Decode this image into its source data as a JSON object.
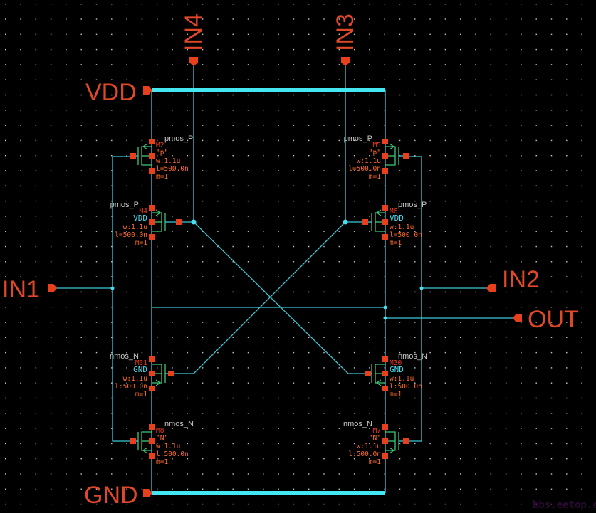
{
  "pins": {
    "vdd": "VDD",
    "gnd": "GND",
    "in1": "IN1",
    "in2": "IN2",
    "in3": "IN3",
    "in4": "IN4",
    "out": "OUT"
  },
  "transistors": [
    {
      "name": "M2",
      "model": "pmos_P",
      "type": "\"p\"",
      "w": "w:1.1u",
      "l": "l=500.0n",
      "m": "m=1"
    },
    {
      "name": "M4",
      "model": "pmos_P",
      "type": "VDD",
      "w": "w:1.1u",
      "l": "l=500.0n",
      "m": "m=1"
    },
    {
      "name": "M31",
      "model": "nmos_N",
      "type": "GND",
      "w": "w:1.1u",
      "l": "l:500.0n",
      "m": "m=1"
    },
    {
      "name": "M8",
      "model": "nmos_N",
      "type": "\"N\"",
      "w": "w:1.1u",
      "l": "l:500.0n",
      "m": "m=1"
    },
    {
      "name": "M5",
      "model": "pmos_P",
      "type": "\"p\"",
      "w": "w:1.1u",
      "l": "l=500.0n",
      "m": "m=1"
    },
    {
      "name": "M6",
      "model": "pmos_P",
      "type": "VDD",
      "w": "w:1.1u",
      "l": "l=500.0n",
      "m": "m=1"
    },
    {
      "name": "M30",
      "model": "nmos_N",
      "type": "GND",
      "w": "w:1.1u",
      "l": "l:500.0n",
      "m": "m=1"
    },
    {
      "name": "M7",
      "model": "nmos_N",
      "type": "\"N\"",
      "w": "w:1.1u",
      "l": "l:500.0n",
      "m": "m=1"
    }
  ],
  "watermark": "bbs.eetop.cn",
  "colors": {
    "wire": "#3ec8d6",
    "rail": "#44e6f0",
    "pin": "#e8401c",
    "device": "#3cc878"
  }
}
